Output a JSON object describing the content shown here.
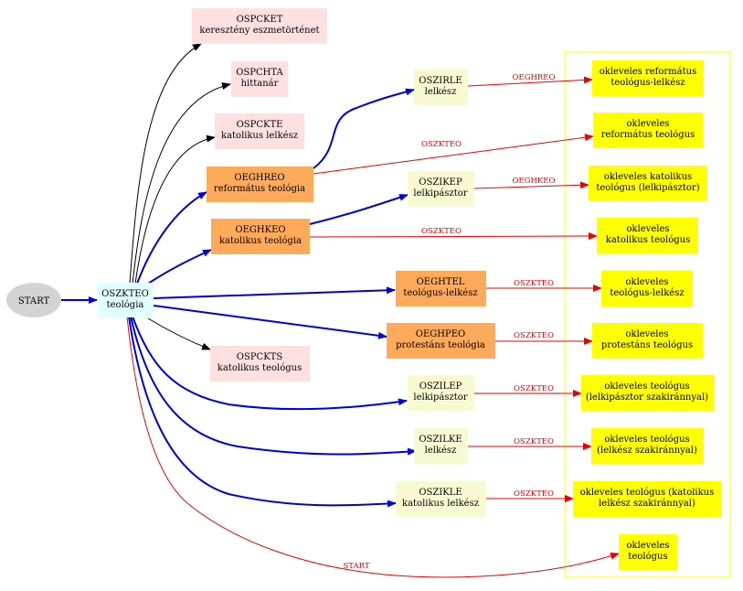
{
  "colors": {
    "start": "#d3d3d3",
    "root": "#e0ffff",
    "pink": "#ffe0e0",
    "orange": "#ffa95a",
    "cream": "#fafad2",
    "yellow": "#ffff00",
    "cluster": "#ffff00",
    "blue": "#0000dd",
    "red": "#ee0000",
    "black": "#000000"
  },
  "nodes": {
    "start": [
      "START"
    ],
    "oszkteo": [
      "OSZKTEO",
      "teológia"
    ],
    "ospcket": [
      "OSPCKET",
      "keresztény eszmetörténet"
    ],
    "ospchta": [
      "OSPCHTA",
      "hittanár"
    ],
    "ospckte": [
      "OSPCKTE",
      "katolikus lelkész"
    ],
    "ospckts": [
      "OSPCKTS",
      "katolikus teológus"
    ],
    "oeghreo": [
      "OEGHREO",
      "református teológia"
    ],
    "oeghkeo": [
      "OEGHKEO",
      "katolikus teológia"
    ],
    "oeghtel": [
      "OEGHTEL",
      "teológus-lelkész"
    ],
    "oeghpeo": [
      "OEGHPEO",
      "protestáns teológia"
    ],
    "oszirle": [
      "OSZIRLE",
      "lelkész"
    ],
    "oszikep": [
      "OSZIKEP",
      "lelkipásztor"
    ],
    "oszilep": [
      "OSZILEP",
      "lelkipásztor"
    ],
    "oszilke": [
      "OSZILKE",
      "lelkész"
    ],
    "oszikle": [
      "OSZIKLE",
      "katolikus lelkész"
    ],
    "y1": [
      "okleveles református",
      "teológus-lelkész"
    ],
    "y2": [
      "okleveles",
      "református teológus"
    ],
    "y3": [
      "okleveles katolikus",
      "teológus (lelkipásztor)"
    ],
    "y4": [
      "okleveles",
      "katolikus teológus"
    ],
    "y5": [
      "okleveles",
      "teológus-lelkész"
    ],
    "y6": [
      "okleveles",
      "protestáns teológus"
    ],
    "y7": [
      "okleveles teológus",
      "(lelkipásztor szakiránnyal)"
    ],
    "y8": [
      "okleveles teológus",
      "(lelkész szakiránnyal)"
    ],
    "y9": [
      "okleveles teológus (katolikus",
      "lelkész szakiránnyal)"
    ],
    "y10": [
      "okleveles",
      "teológus"
    ]
  },
  "edge_labels": {
    "oszirle_y1": "OEGHREO",
    "oeghreo_y2": "OSZKTEO",
    "oszikep_y3": "OEGHKEO",
    "oeghkeo_y4": "OSZKTEO",
    "oeghtel_y5": "OSZKTEO",
    "oeghpeo_y6": "OSZKTEO",
    "oszilep_y7": "OSZKTEO",
    "oszilke_y8": "OSZKTEO",
    "oszikle_y9": "OSZKTEO",
    "start_y10": "START"
  }
}
